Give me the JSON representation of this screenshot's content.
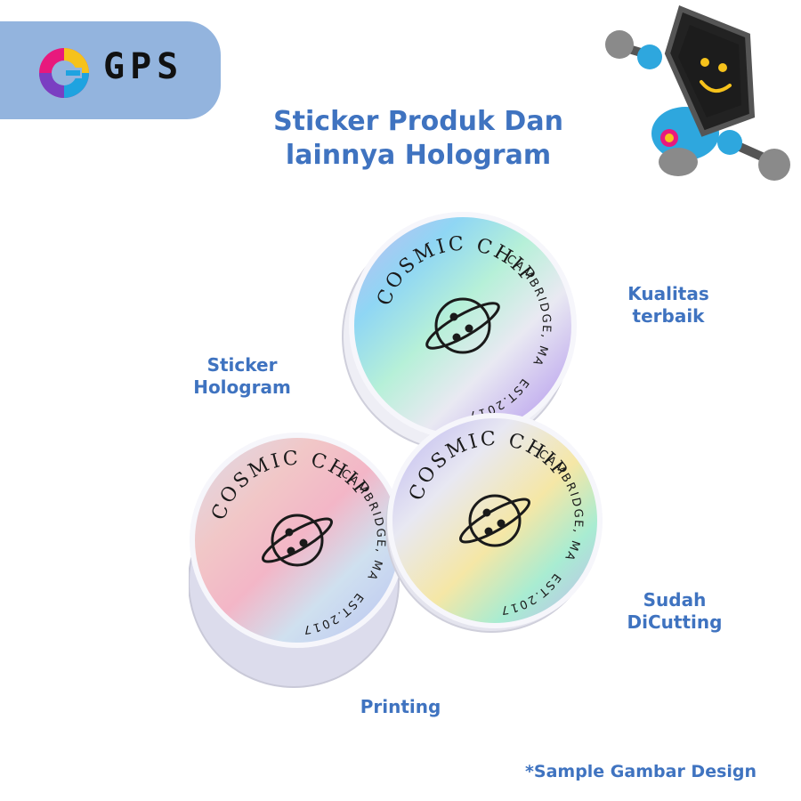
{
  "brand": {
    "name": "GPS",
    "logo_icon": "gps-logo-icon"
  },
  "header": {
    "title_line1": "Sticker Produk Dan",
    "title_line2": "lainnya Hologram"
  },
  "labels": {
    "quality_line1": "Kualitas",
    "quality_line2": "terbaik",
    "hologram_line1": "Sticker",
    "hologram_line2": "Hologram",
    "cutting_line1": "Sudah",
    "cutting_line2": "DiCutting",
    "printing": "Printing"
  },
  "sticker": {
    "brand_text": "COSMIC CHIP",
    "location_text": "CAMBRIDGE, MA",
    "established_text": "EST.2017",
    "emblem_icon": "cookie-planet-icon"
  },
  "mascot": {
    "icon": "robot-mascot-icon"
  },
  "footnote": "*Sample Gambar Design",
  "colors": {
    "accent": "#3f73c0",
    "pill": "#93b4de",
    "text_dark": "#111111"
  }
}
